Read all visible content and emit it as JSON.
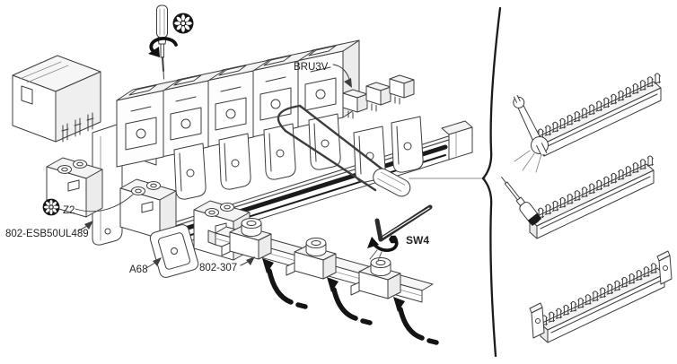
{
  "figure": {
    "type": "exploded-assembly-diagram",
    "labels": {
      "bru3v": "BRU3V",
      "z2": "Z2",
      "catalog": "802-ESB50UL489",
      "a68": "A68",
      "rail": "802-307",
      "sw4": "SW4"
    },
    "icons": {
      "torque_top": "torx-screw-icon",
      "torque_z2": "torx-screw-icon",
      "hex_dot": "hex-socket-icon",
      "screwdriver_top": "screwdriver-icon",
      "allen_key": "allen-key-icon",
      "wrench": "wrench-icon",
      "screwdriver_right": "screwdriver-icon"
    },
    "colors": {
      "background": "#ffffff",
      "line": "#3d3d3d",
      "accent_dark": "#161616",
      "divider": "#1b1b1b",
      "callout_line": "#c6c6c6"
    }
  }
}
